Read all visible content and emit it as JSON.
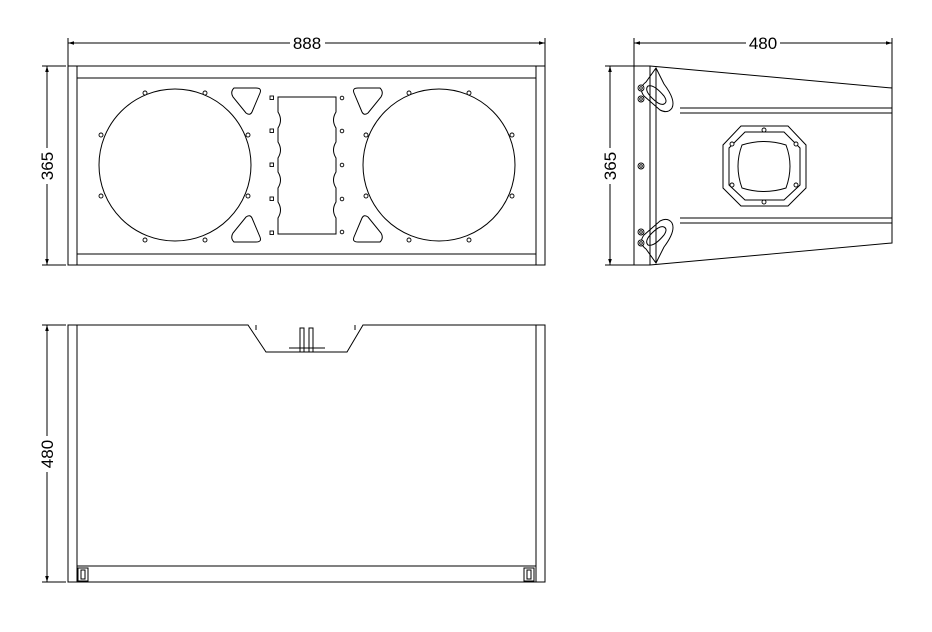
{
  "dimensions": {
    "front_width": "888",
    "front_height": "365",
    "side_width": "480",
    "side_height": "365",
    "top_depth": "480"
  },
  "colors": {
    "line": "#000000",
    "background": "#ffffff"
  }
}
